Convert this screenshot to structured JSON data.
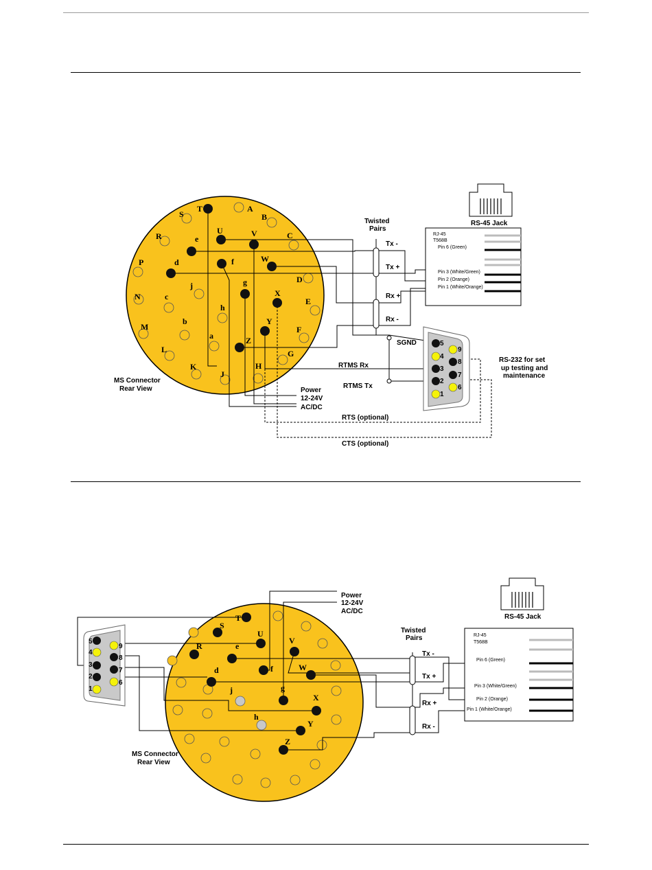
{
  "colors": {
    "connector_fill": "#F9C21D",
    "pin_active": "#111111",
    "pin_empty": "#F9C21D",
    "pin_unused_gray": "#C8C8C8",
    "db9_pin_yellow": "#F5F20A",
    "db9_body": "#C9C9C9"
  },
  "diagram1": {
    "connector_label": [
      "MS Connector",
      "Rear View"
    ],
    "pins": {
      "T": "T",
      "A": "A",
      "S": "S",
      "B": "B",
      "U": "U",
      "V": "V",
      "C": "C",
      "R": "R",
      "e": "e",
      "W": "W",
      "P": "P",
      "d": "d",
      "f": "f",
      "D": "D",
      "j": "j",
      "g": "g",
      "X": "X",
      "N": "N",
      "c": "c",
      "E": "E",
      "h": "h",
      "b": "b",
      "Y": "Y",
      "M": "M",
      "a": "a",
      "F": "F",
      "L": "L",
      "Z": "Z",
      "G": "G",
      "K": "K",
      "J": "J",
      "H": "H"
    },
    "twisted_pairs": [
      "Twisted",
      "Pairs"
    ],
    "signals": {
      "tx_minus": "Tx -",
      "tx_plus": "Tx +",
      "rx_plus": "Rx +",
      "rx_minus": "Rx -"
    },
    "sgnd": "SGND",
    "rtms_rx": "RTMS Rx",
    "rtms_tx": "RTMS Tx",
    "power": [
      "Power",
      "12-24V",
      "AC/DC"
    ],
    "rts": "RTS (optional)",
    "cts": "CTS (optional)",
    "rs232": [
      "RS-232 for set",
      "up testing and",
      "maintenance"
    ],
    "rs45_jack": "RS-45 Jack",
    "rj45": [
      "RJ-45",
      "T568B"
    ],
    "rj_pins": [
      "Pin 6 (Green)",
      "Pin 3 (White/Green)",
      "Pin 2 (Orange)",
      "Pin 1 (White/Orange)"
    ],
    "db9_numbers": [
      "5",
      "4",
      "3",
      "2",
      "1",
      "9",
      "8",
      "7",
      "6"
    ]
  },
  "diagram2": {
    "connector_label": [
      "MS Connector",
      "Rear View"
    ],
    "pins": {
      "T": "T",
      "S": "S",
      "U": "U",
      "R": "R",
      "e": "e",
      "V": "V",
      "f": "f",
      "W": "W",
      "d": "d",
      "g": "g",
      "j": "j",
      "X": "X",
      "h": "h",
      "Y": "Y",
      "Z": "Z"
    },
    "power": [
      "Power",
      "12-24V",
      "AC/DC"
    ],
    "twisted_pairs": [
      "Twisted",
      "Pairs"
    ],
    "signals": {
      "tx_minus": "Tx -",
      "tx_plus": "Tx +",
      "rx_plus": "Rx +",
      "rx_minus": "Rx -"
    },
    "rs45_jack": "RS-45 Jack",
    "rj45": [
      "RJ-45",
      "T568B"
    ],
    "rj_pins": [
      "Pin 6 (Green)",
      "Pin 3 (White/Green)",
      "Pin 2 (Orange)",
      "Pin 1 (White/Orange)"
    ],
    "db9_numbers": [
      "5",
      "4",
      "3",
      "2",
      "1",
      "9",
      "8",
      "7",
      "6"
    ]
  }
}
